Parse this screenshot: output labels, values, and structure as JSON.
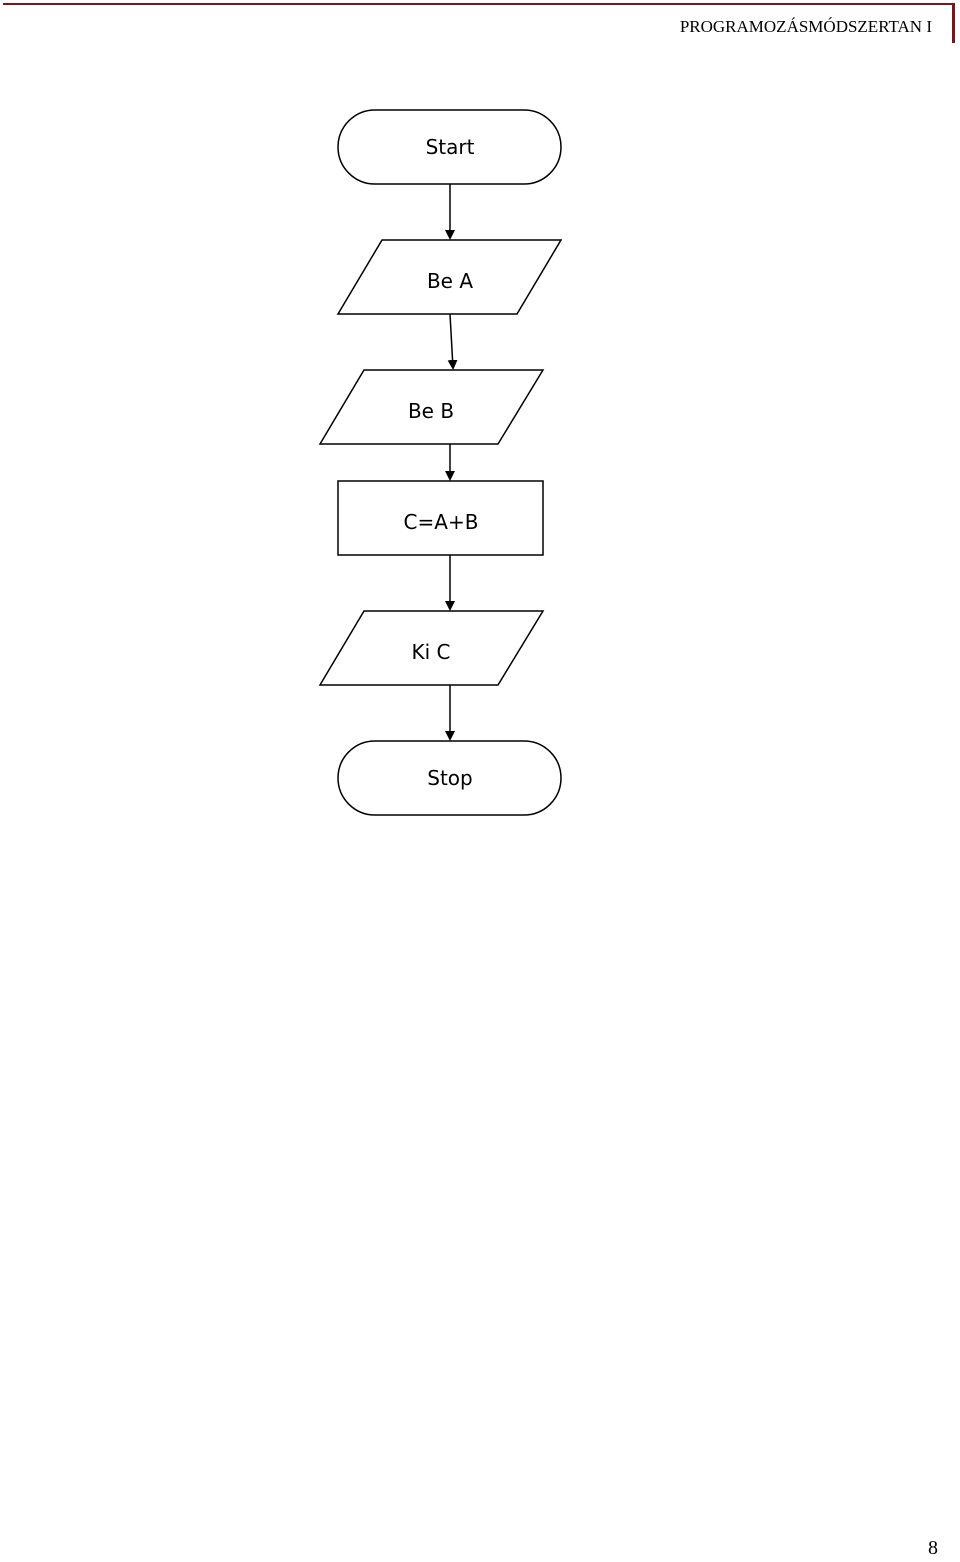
{
  "header": {
    "title": "PROGRAMOZÁSMÓDSZERTAN I"
  },
  "flowchart": {
    "nodes": [
      {
        "id": "start",
        "shape": "terminator",
        "label": "Start"
      },
      {
        "id": "input-a",
        "shape": "parallelogram",
        "label": "Be A"
      },
      {
        "id": "input-b",
        "shape": "parallelogram",
        "label": "Be B"
      },
      {
        "id": "assign-c",
        "shape": "process",
        "label": "C=A+B"
      },
      {
        "id": "output-c",
        "shape": "parallelogram",
        "label": "Ki C"
      },
      {
        "id": "stop",
        "shape": "terminator",
        "label": "Stop"
      }
    ],
    "edges": [
      {
        "from": "start",
        "to": "input-a"
      },
      {
        "from": "input-a",
        "to": "input-b"
      },
      {
        "from": "input-b",
        "to": "assign-c"
      },
      {
        "from": "assign-c",
        "to": "output-c"
      },
      {
        "from": "output-c",
        "to": "stop"
      }
    ]
  },
  "footer": {
    "page_number": "8"
  }
}
